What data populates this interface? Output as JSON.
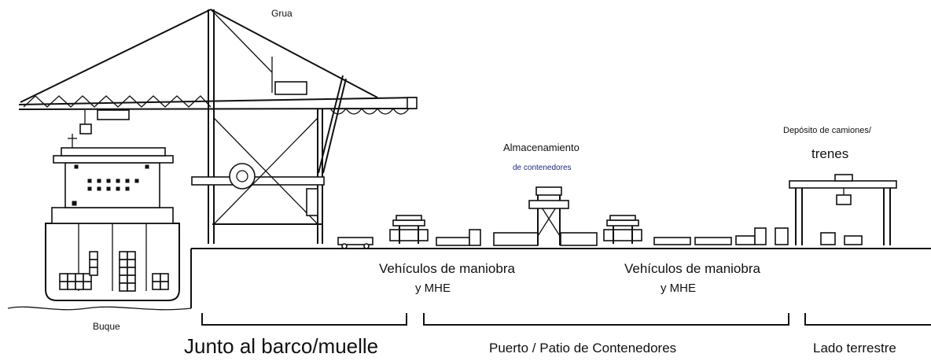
{
  "labels": {
    "crane": "Grua",
    "ship": "Buque",
    "storage_line1": "Almacenamiento",
    "storage_line2": "de contenedores",
    "depot_line1": "Depósito de camiones/",
    "depot_line2": "trenes",
    "vehicles_left_line1": "Vehículos de maniobra",
    "vehicles_left_line2": "y MHE",
    "vehicles_right_line1": "Vehículos de maniobra",
    "vehicles_right_line2": "y MHE"
  },
  "zones": [
    {
      "label": "Junto al barco/muelle"
    },
    {
      "label": "Puerto / Patio de Contenedores"
    },
    {
      "label": "Lado terrestre"
    }
  ]
}
